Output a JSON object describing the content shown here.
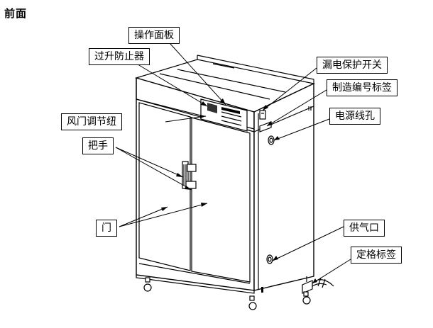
{
  "page_title": "前面",
  "labels": {
    "operation_panel": "操作面板",
    "over_temp_protector": "过升防止器",
    "damper_knob": "风门调节纽",
    "handle": "把手",
    "door": "门",
    "leakage_breaker": "漏电保护开关",
    "serial_plate": "制造编号标签",
    "power_cable_hole": "电源线孔",
    "gas_inlet": "供气口",
    "rating_label": "定格标签"
  }
}
